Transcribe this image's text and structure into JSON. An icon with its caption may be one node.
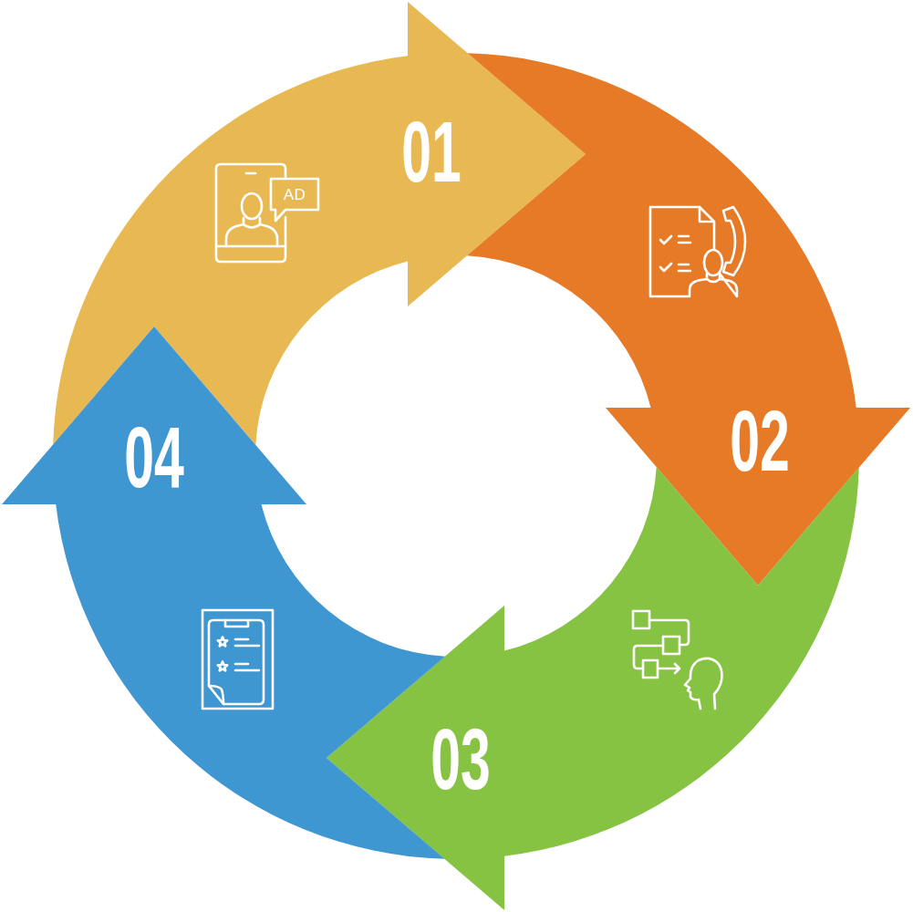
{
  "diagram": {
    "nodes": [
      {
        "text": [
          "01"
        ]
      },
      {
        "text": [
          "02"
        ]
      },
      {
        "text": [
          "03"
        ]
      },
      {
        "text": [
          "04"
        ]
      }
    ],
    "labels": [
      "AD"
    ]
  }
}
